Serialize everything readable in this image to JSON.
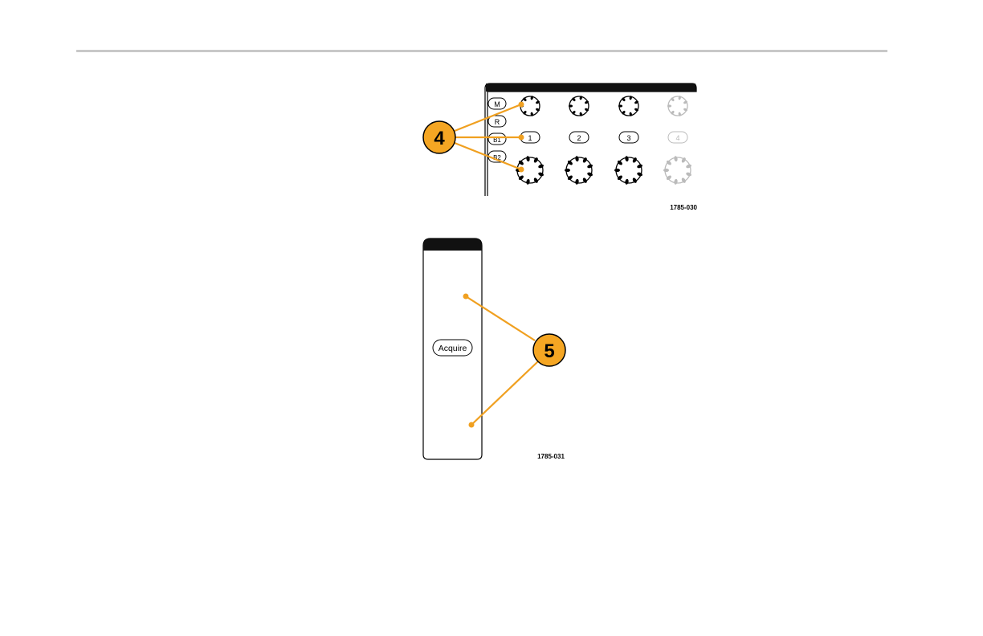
{
  "figure_top": {
    "side_buttons": [
      "M",
      "R",
      "B1",
      "B2"
    ],
    "channel_buttons": [
      "1",
      "2",
      "3",
      "4"
    ],
    "callout": "4",
    "figure_id": "1785-030"
  },
  "figure_bottom": {
    "acquire_label": "Acquire",
    "callout": "5",
    "figure_id": "1785-031"
  },
  "colors": {
    "callout_fill": "#f5a623",
    "callout_line": "#f0a020",
    "panel_border": "#000000",
    "rule": "#c8c8c8",
    "dim_knob": "#bbbbbb"
  }
}
